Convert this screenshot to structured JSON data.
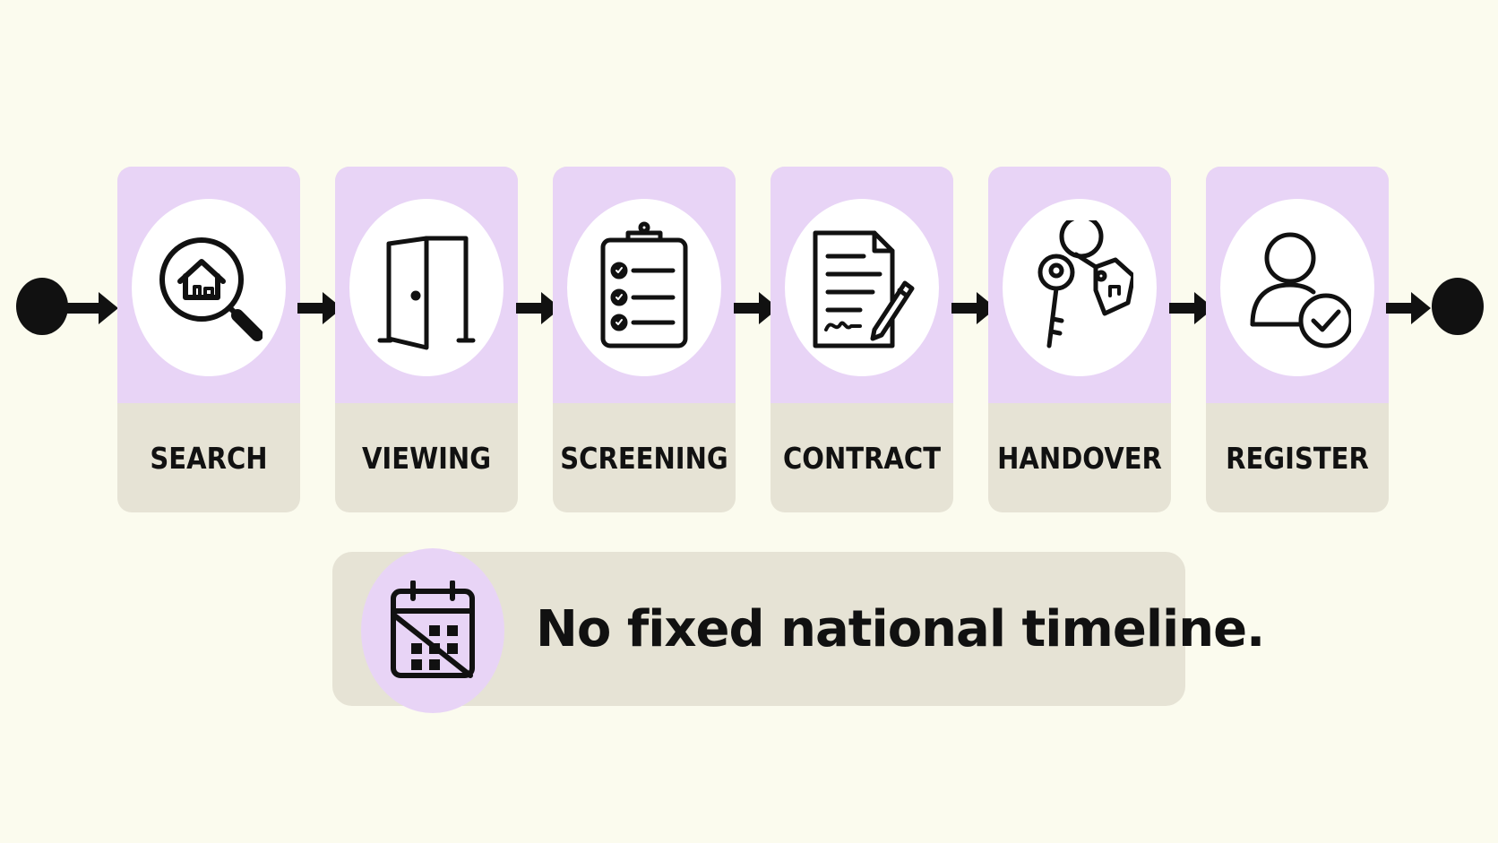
{
  "steps": [
    {
      "label": "SEARCH",
      "icon": "magnifier-house-icon"
    },
    {
      "label": "VIEWING",
      "icon": "open-door-icon"
    },
    {
      "label": "SCREENING",
      "icon": "checklist-clipboard-icon"
    },
    {
      "label": "CONTRACT",
      "icon": "contract-signature-icon"
    },
    {
      "label": "HANDOVER",
      "icon": "keys-icon"
    },
    {
      "label": "REGISTER",
      "icon": "user-check-icon"
    }
  ],
  "note": {
    "text": "No fixed national timeline.",
    "icon": "calendar-crossed-icon"
  },
  "colors": {
    "background": "#fbfbee",
    "card_top": "#e8d4f6",
    "card_bottom": "#e6e3d5",
    "ink": "#111111"
  }
}
